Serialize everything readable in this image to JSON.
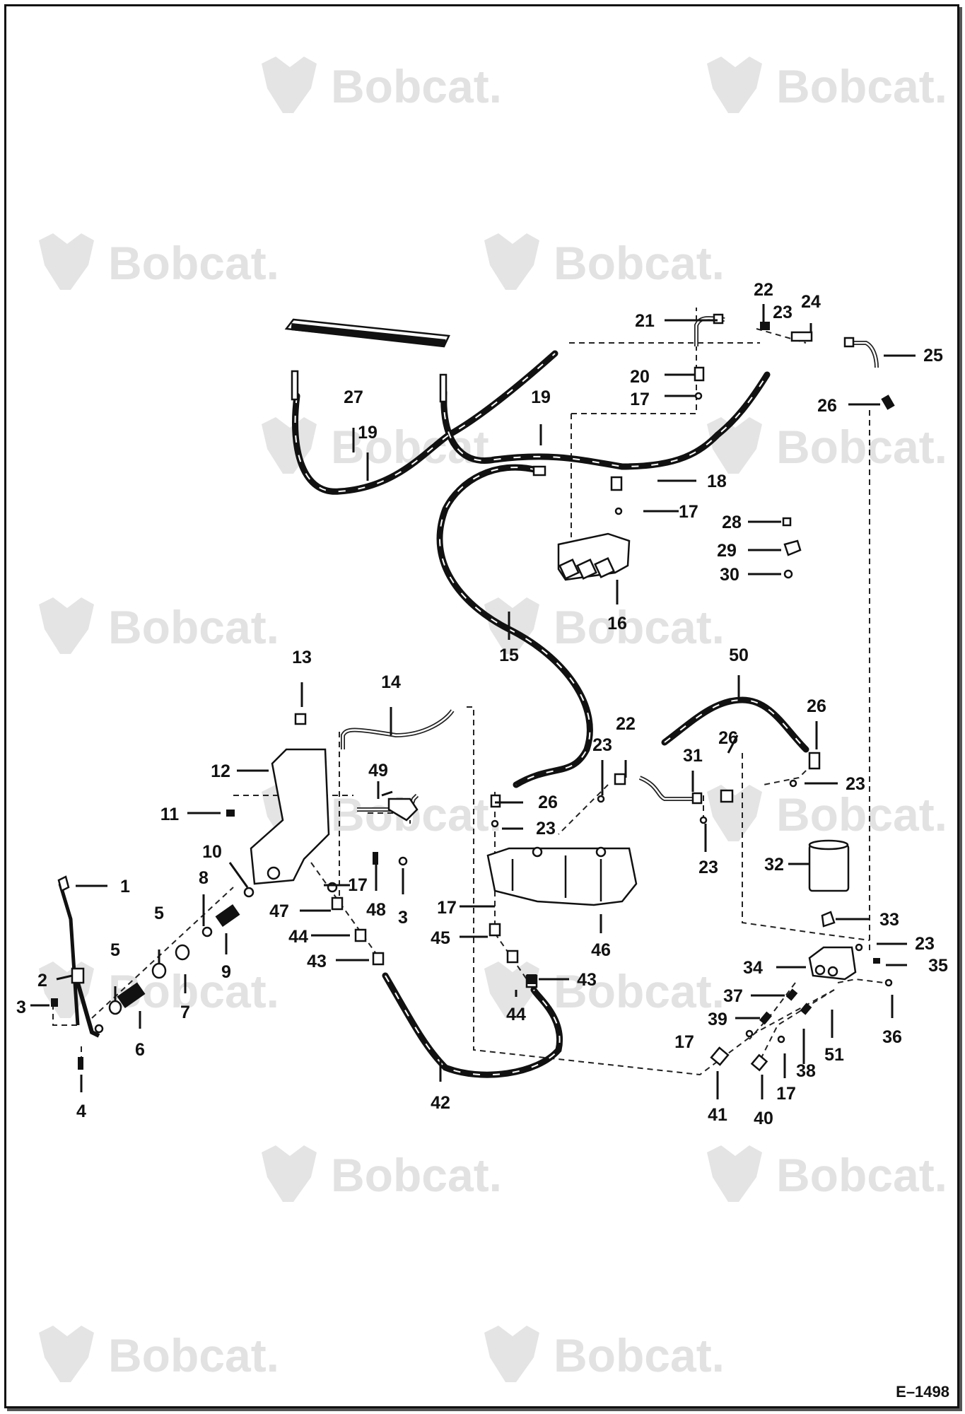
{
  "watermark": {
    "brand": "Bobcat",
    "mark": "."
  },
  "drawing_number": "E–1498",
  "callouts": [
    {
      "id": "c1",
      "label": "1"
    },
    {
      "id": "c2",
      "label": "2"
    },
    {
      "id": "c3a",
      "label": "3"
    },
    {
      "id": "c3b",
      "label": "3"
    },
    {
      "id": "c4",
      "label": "4"
    },
    {
      "id": "c5a",
      "label": "5"
    },
    {
      "id": "c5b",
      "label": "5"
    },
    {
      "id": "c6",
      "label": "6"
    },
    {
      "id": "c7",
      "label": "7"
    },
    {
      "id": "c8",
      "label": "8"
    },
    {
      "id": "c9",
      "label": "9"
    },
    {
      "id": "c10",
      "label": "10"
    },
    {
      "id": "c11",
      "label": "11"
    },
    {
      "id": "c12",
      "label": "12"
    },
    {
      "id": "c13",
      "label": "13"
    },
    {
      "id": "c14",
      "label": "14"
    },
    {
      "id": "c15",
      "label": "15"
    },
    {
      "id": "c16",
      "label": "16"
    },
    {
      "id": "c17a",
      "label": "17"
    },
    {
      "id": "c17b",
      "label": "17"
    },
    {
      "id": "c17c",
      "label": "17"
    },
    {
      "id": "c17d",
      "label": "17"
    },
    {
      "id": "c17e",
      "label": "17"
    },
    {
      "id": "c17f",
      "label": "17"
    },
    {
      "id": "c18",
      "label": "18"
    },
    {
      "id": "c19a",
      "label": "19"
    },
    {
      "id": "c19b",
      "label": "19"
    },
    {
      "id": "c20",
      "label": "20"
    },
    {
      "id": "c21",
      "label": "21"
    },
    {
      "id": "c22a",
      "label": "22"
    },
    {
      "id": "c22b",
      "label": "22"
    },
    {
      "id": "c23a",
      "label": "23"
    },
    {
      "id": "c23b",
      "label": "23"
    },
    {
      "id": "c23c",
      "label": "23"
    },
    {
      "id": "c23d",
      "label": "23"
    },
    {
      "id": "c23e",
      "label": "23"
    },
    {
      "id": "c23f",
      "label": "23"
    },
    {
      "id": "c24",
      "label": "24"
    },
    {
      "id": "c25",
      "label": "25"
    },
    {
      "id": "c26a",
      "label": "26"
    },
    {
      "id": "c26b",
      "label": "26"
    },
    {
      "id": "c26c",
      "label": "26"
    },
    {
      "id": "c26d",
      "label": "26"
    },
    {
      "id": "c27",
      "label": "27"
    },
    {
      "id": "c28",
      "label": "28"
    },
    {
      "id": "c29",
      "label": "29"
    },
    {
      "id": "c30",
      "label": "30"
    },
    {
      "id": "c31",
      "label": "31"
    },
    {
      "id": "c32",
      "label": "32"
    },
    {
      "id": "c33",
      "label": "33"
    },
    {
      "id": "c34",
      "label": "34"
    },
    {
      "id": "c35",
      "label": "35"
    },
    {
      "id": "c36",
      "label": "36"
    },
    {
      "id": "c37",
      "label": "37"
    },
    {
      "id": "c38",
      "label": "38"
    },
    {
      "id": "c39",
      "label": "39"
    },
    {
      "id": "c40",
      "label": "40"
    },
    {
      "id": "c41",
      "label": "41"
    },
    {
      "id": "c42",
      "label": "42"
    },
    {
      "id": "c43a",
      "label": "43"
    },
    {
      "id": "c43b",
      "label": "43"
    },
    {
      "id": "c44a",
      "label": "44"
    },
    {
      "id": "c44b",
      "label": "44"
    },
    {
      "id": "c45",
      "label": "45"
    },
    {
      "id": "c46",
      "label": "46"
    },
    {
      "id": "c47",
      "label": "47"
    },
    {
      "id": "c48",
      "label": "48"
    },
    {
      "id": "c49",
      "label": "49"
    },
    {
      "id": "c50",
      "label": "50"
    },
    {
      "id": "c51",
      "label": "51"
    }
  ]
}
